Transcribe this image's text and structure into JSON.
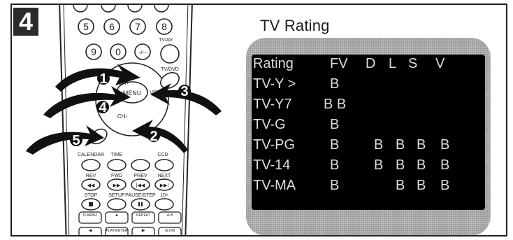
{
  "step_number": "4",
  "panel": {
    "title": "TV Rating"
  },
  "table": {
    "headers": [
      "Rating",
      "FV",
      "D",
      "L",
      "S",
      "V"
    ],
    "rows": [
      {
        "rating": "TV-Y >",
        "FV": "B",
        "D": "",
        "L": "",
        "S": "",
        "V": ""
      },
      {
        "rating": "TV-Y7",
        "FV": "B B",
        "D": "",
        "L": "",
        "S": "",
        "V": ""
      },
      {
        "rating": "TV-G",
        "FV": "B",
        "D": "",
        "L": "",
        "S": "",
        "V": ""
      },
      {
        "rating": "TV-PG",
        "FV": "B",
        "D": "B",
        "L": "B",
        "S": "B",
        "V": "B"
      },
      {
        "rating": "TV-14",
        "FV": "B",
        "D": "B",
        "L": "B",
        "S": "B",
        "V": "B"
      },
      {
        "rating": "TV-MA",
        "FV": "B",
        "D": "",
        "L": "B",
        "S": "B",
        "V": "B"
      }
    ]
  },
  "remote": {
    "number_keys": [
      "5",
      "6",
      "7",
      "8",
      "9",
      "0",
      "-/--"
    ],
    "labels": {
      "tvav": "TV/AV",
      "tvdvd": "TV/DVD",
      "chplus": "CH+",
      "menu": "MENU",
      "vol": "VOL",
      "chminus": "CH-",
      "calendar": "CALENDAR",
      "time": "TIME",
      "ccd": "CCD",
      "rev": "REV",
      "fwd": "FWD",
      "prev": "PREV",
      "next": "NEXT",
      "stop": "STOP",
      "setup": "SETUP",
      "pausestep": "PAUSE/STEP",
      "plus10": "10+",
      "dmenu": "D.MENU",
      "repeat": "REPEAT",
      "ab": "A-B",
      "playenter": "PLAY/ENTER",
      "slow": "SLOW"
    },
    "callouts": [
      "1",
      "2",
      "3",
      "4",
      "5"
    ]
  },
  "colors": {
    "screen_bg": "#000000",
    "screen_text": "#dcdcdc",
    "bezel": "#9b9b9b",
    "badge": "#2b2b2b"
  }
}
